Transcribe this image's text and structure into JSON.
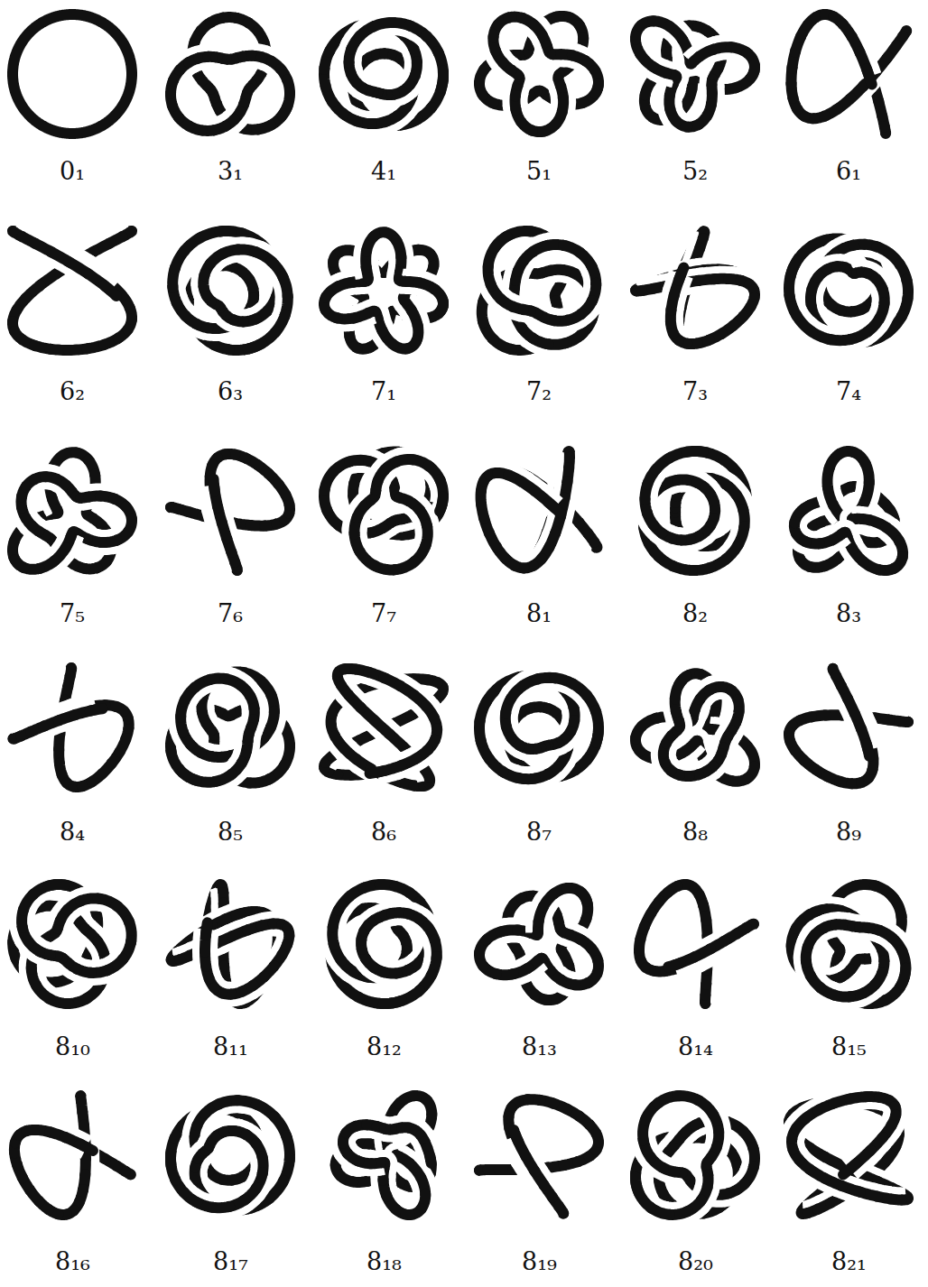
{
  "diagram": {
    "labels": [
      "0₁",
      "3₁",
      "4₁",
      "5₁",
      "5₂",
      "6₁",
      "6₂",
      "6₃",
      "7₁",
      "7₂",
      "7₃",
      "7₄",
      "7₅",
      "7₆",
      "7₇",
      "8₁",
      "8₂",
      "8₃",
      "8₄",
      "8₅",
      "8₆",
      "8₇",
      "8₈",
      "8₉",
      "8₁₀",
      "8₁₁",
      "8₁₂",
      "8₁₃",
      "8₁₄",
      "8₁₅",
      "8₁₆",
      "8₁₇",
      "8₁₈",
      "8₁₉",
      "8₂₀",
      "8₂₁"
    ]
  }
}
